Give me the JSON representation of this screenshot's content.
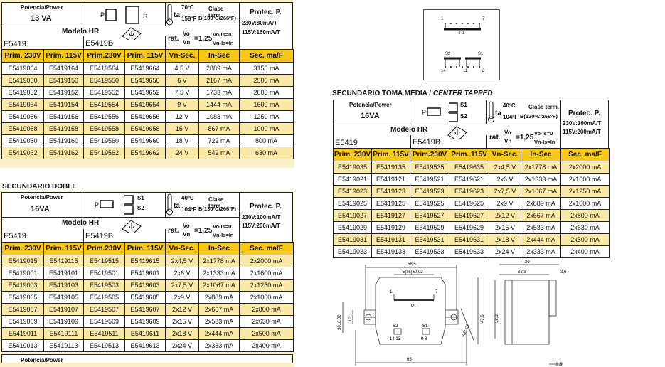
{
  "table13": {
    "power_label": "Potencia/Power",
    "power_value": "13 VA",
    "temp_top": "70ºC",
    "temp_bottom": "158ºF",
    "ta": "ta",
    "clase_label": "Clase term.",
    "clase_value": "B(130ºC/266ºF)",
    "protec_label": "Protec. P.",
    "protec_230": "230V:80mA/T",
    "protec_115": "115V:160mA/T",
    "model_label": "Modelo HR",
    "model_a": "E5419",
    "model_b": "E5419B",
    "rat_label": "rat.",
    "rat_frac_num": "Vo",
    "rat_frac_den": "Vn",
    "rat_value": "=1,25",
    "rat_right_top": "Vo-Is=0",
    "rat_right_bottom": "Vn-Is=In",
    "headers": [
      "Prim. 230V",
      "Prim. 115V",
      "Prim.230V",
      "Prim. 115V",
      "Vn-Sec.",
      "In-Sec",
      "Sec. ma/F"
    ],
    "rows": [
      [
        "E5419064",
        "E5419164",
        "E5419564",
        "E5419664",
        "4,5 V",
        "2889 mA",
        "3150 mA"
      ],
      [
        "E5419050",
        "E5419150",
        "E5419550",
        "E5419650",
        "6 V",
        "2167 mA",
        "2500 mA"
      ],
      [
        "E5419052",
        "E5419152",
        "E5419552",
        "E5419652",
        "7,5 V",
        "1733 mA",
        "2000 mA"
      ],
      [
        "E5419054",
        "E5419154",
        "E5419554",
        "E5419654",
        "9 V",
        "1444 mA",
        "1600 mA"
      ],
      [
        "E5419056",
        "E5419156",
        "E5419556",
        "E5419656",
        "12 V",
        "1083 mA",
        "1250 mA"
      ],
      [
        "E5419058",
        "E5419158",
        "E5419558",
        "E5419658",
        "15 V",
        "867 mA",
        "1000 mA"
      ],
      [
        "E5419060",
        "E5419160",
        "E5419560",
        "E5419660",
        "18 V",
        "722 mA",
        "800 mA"
      ],
      [
        "E5419062",
        "E5419162",
        "E5419562",
        "E5419662",
        "24 V",
        "542 mA",
        "630 mA"
      ]
    ]
  },
  "doble": {
    "section_title": "SECUNDARIO DOBLE",
    "power_label": "Potencia/Power",
    "power_value": "16VA",
    "s1": "S1",
    "s2": "S2",
    "temp_top": "40ºC",
    "temp_bottom": "104ºF",
    "ta": "ta",
    "clase_label": "Clase term.",
    "clase_value": "B(130ºC/266ºF)",
    "protec_label": "Protec. P.",
    "protec_230": "230V:100mA/T",
    "protec_115": "115V:200mA/T",
    "model_label": "Modelo HR",
    "model_a": "E5419",
    "model_b": "E5419B",
    "rat_label": "rat.",
    "rat_frac_num": "Vo",
    "rat_frac_den": "Vn",
    "rat_value": "=1,25",
    "rat_right_top": "Vo-Is=0",
    "rat_right_bottom": "Vn-Is=In",
    "headers": [
      "Prim. 230V",
      "Prim. 115V",
      "Prim.230V",
      "Prim. 115V",
      "Vn-Sec.",
      "In-Sec",
      "Sec. ma/F"
    ],
    "rows": [
      [
        "E5419015",
        "E5419115",
        "E5419515",
        "E5419615",
        "2x4,5 V",
        "2x1778 mA",
        "2x2000 mA"
      ],
      [
        "E5419001",
        "E5419101",
        "E5419501",
        "E5419601",
        "2x6 V",
        "2x1333 mA",
        "2x1600 mA"
      ],
      [
        "E5419003",
        "E5419103",
        "E5419503",
        "E5419603",
        "2x7,5 V",
        "2x1067 mA",
        "2x1250 mA"
      ],
      [
        "E5419005",
        "E5419105",
        "E5419505",
        "E5419605",
        "2x9 V",
        "2x889 mA",
        "2x1000 mA"
      ],
      [
        "E5419007",
        "E5419107",
        "E5419507",
        "E5419607",
        "2x12 V",
        "2x667 mA",
        "2x800 mA"
      ],
      [
        "E5419009",
        "E5419109",
        "E5419509",
        "E5419609",
        "2x15 V",
        "2x533 mA",
        "2x630 mA"
      ],
      [
        "E5419011",
        "E5419111",
        "E5419511",
        "E5419611",
        "2x18 V",
        "2x444 mA",
        "2x500 mA"
      ],
      [
        "E5419013",
        "E5419113",
        "E5419513",
        "E5419613",
        "2x24 V",
        "2x333 mA",
        "2x400 mA"
      ]
    ],
    "partial_next_label": "Potencia/Power"
  },
  "media": {
    "section_title": "SECUNDARIO TOMA MEDIA / ",
    "section_title_italic": "CENTER TAPPED",
    "power_label": "Potencia/Power",
    "power_value": "16VA",
    "s1": "S1",
    "s2": "S2",
    "temp_top": "40ºC",
    "temp_bottom": "104ºF",
    "ta": "ta",
    "clase_label": "Clase term.",
    "clase_value": "B(130ºC/266ºF)",
    "protec_label": "Protec. P.",
    "protec_230": "230V:100mA/T",
    "protec_115": "115V:200mA/T",
    "model_label": "Modelo HR",
    "model_a": "E5419",
    "model_b": "E5419B",
    "rat_label": "rat.",
    "rat_frac_num": "Vo",
    "rat_frac_den": "Vn",
    "rat_value": "=1,25",
    "rat_right_top": "Vo-Is=0",
    "rat_right_bottom": "Vn-Is=In",
    "headers": [
      "Prim. 230V",
      "Prim. 115V",
      "Prim.230V",
      "Prim. 115V",
      "Vn-Sec.",
      "In-Sec",
      "Sec. ma/F"
    ],
    "rows": [
      [
        "E5419035",
        "E5419135",
        "E5419535",
        "E5419635",
        "2x4,5 V",
        "2x1778 mA",
        "2x2000 mA"
      ],
      [
        "E5419021",
        "E5419121",
        "E5419521",
        "E5419621",
        "2x6 V",
        "2x1333 mA",
        "2x1600 mA"
      ],
      [
        "E5419023",
        "E5419123",
        "E5419523",
        "E5419623",
        "2x7,5 V",
        "2x1067 mA",
        "2x1250 mA"
      ],
      [
        "E5419025",
        "E5419125",
        "E5419525",
        "E5419625",
        "2x9 V",
        "2x889 mA",
        "2x1000 mA"
      ],
      [
        "E5419027",
        "E5419127",
        "E5419527",
        "E5419627",
        "2x12 V",
        "2x667 mA",
        "2x800 mA"
      ],
      [
        "E5419029",
        "E5419129",
        "E5419529",
        "E5419629",
        "2x15 V",
        "2x533 mA",
        "2x630 mA"
      ],
      [
        "E5419031",
        "E5419131",
        "E5419531",
        "E5419631",
        "2x18 V",
        "2x444 mA",
        "2x500 mA"
      ],
      [
        "E5419033",
        "E5419133",
        "E5419533",
        "E5419633",
        "2x24 V",
        "2x333 mA",
        "2x400 mA"
      ]
    ]
  },
  "schematic": {
    "pin_1": "1",
    "pin_7": "7",
    "p1": "P1",
    "s2": "S2",
    "s1": "S1",
    "pin_14": "14",
    "pin_11": "11",
    "pin_8": "8"
  },
  "drawing": {
    "dim_58_5": "58,5",
    "dim_5x6": "5(x6)±0,02",
    "dim_65": "65",
    "dim_39": "39",
    "dim_32_3a": "32,3",
    "dim_3_6": "3,6",
    "dim_32_3b": "32,3",
    "dim_47_6": "47,6",
    "dim_30": "30±0,02",
    "dim_10": "10",
    "dim_hole": "4,2(x2)",
    "dim_8_5": "8,5",
    "pin_1": "1",
    "pin_7": "7",
    "p1": "P1",
    "s2": "S2",
    "s1": "S1",
    "pins_14_13": "14 13",
    "pins_9_8": "9  8"
  }
}
